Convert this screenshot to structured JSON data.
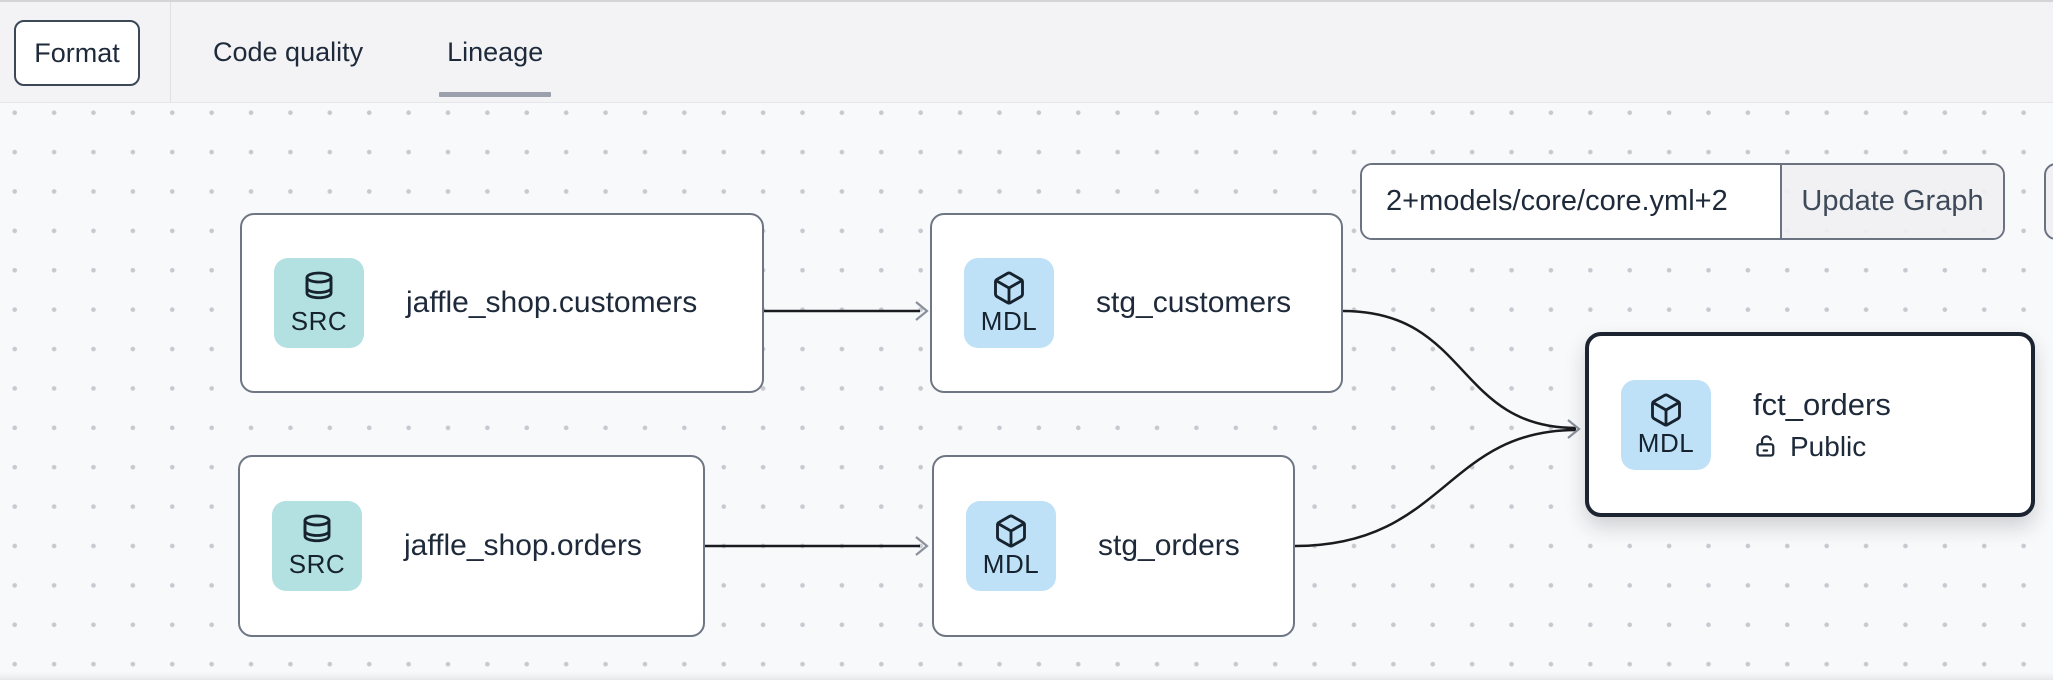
{
  "toolbar": {
    "format_label": "Format"
  },
  "tabs": [
    {
      "label": "Code quality",
      "active": false
    },
    {
      "label": "Lineage",
      "active": true
    }
  ],
  "lineage_controls": {
    "selector_value": "2+models/core/core.yml+2",
    "update_button_label": "Update Graph"
  },
  "nodes": [
    {
      "id": "jaffle_shop.customers",
      "badge": "SRC",
      "icon": "database-icon",
      "label": "jaffle_shop.customers",
      "selected": false
    },
    {
      "id": "stg_customers",
      "badge": "MDL",
      "icon": "cube-icon",
      "label": "stg_customers",
      "selected": false
    },
    {
      "id": "jaffle_shop.orders",
      "badge": "SRC",
      "icon": "database-icon",
      "label": "jaffle_shop.orders",
      "selected": false
    },
    {
      "id": "stg_orders",
      "badge": "MDL",
      "icon": "cube-icon",
      "label": "stg_orders",
      "selected": false
    },
    {
      "id": "fct_orders",
      "badge": "MDL",
      "icon": "cube-icon",
      "label": "fct_orders",
      "access": "Public",
      "selected": true
    }
  ],
  "edges": [
    {
      "from": "jaffle_shop.customers",
      "to": "stg_customers"
    },
    {
      "from": "jaffle_shop.orders",
      "to": "stg_orders"
    },
    {
      "from": "stg_customers",
      "to": "fct_orders"
    },
    {
      "from": "stg_orders",
      "to": "fct_orders"
    }
  ],
  "colors": {
    "src_badge_bg": "#b3e0e1",
    "mdl_badge_bg": "#bfe1f8",
    "node_border": "#6e7684",
    "selected_node_border": "#1b2430",
    "edge": "#1b1b1f",
    "arrowhead": "#8a919c",
    "tab_underline": "#9aa1ad",
    "canvas_bg": "#f8f9fb",
    "topbar_bg": "#f3f3f5"
  }
}
